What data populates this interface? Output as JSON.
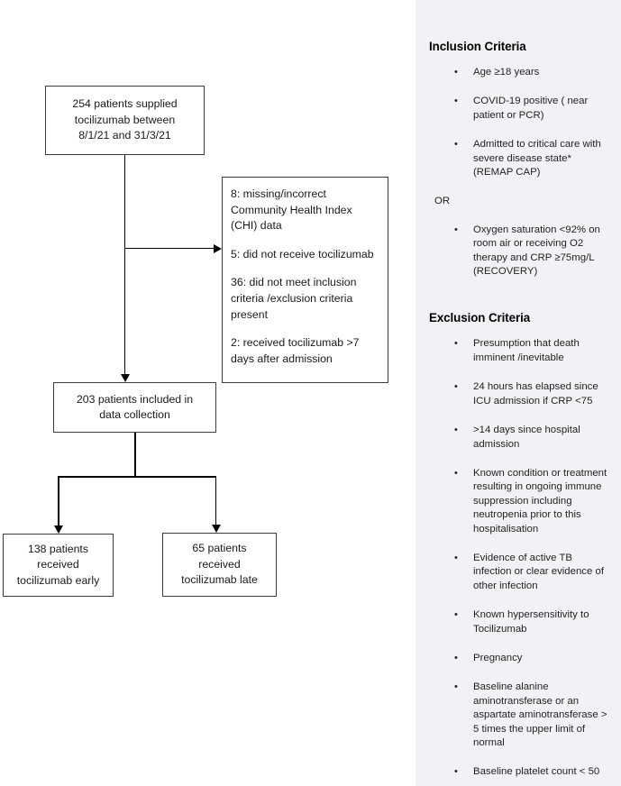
{
  "flowchart": {
    "nodes": {
      "supplied": {
        "lines": [
          "254 patients supplied",
          "tocilizumab between",
          "8/1/21 and 31/3/21"
        ]
      },
      "exclusions": {
        "items": [
          "8: missing/incorrect Community Health Index (CHI) data",
          "5: did not receive tocilizumab",
          "36: did not meet inclusion criteria /exclusion criteria present",
          "2: received tocilizumab >7 days after admission"
        ]
      },
      "included": {
        "lines": [
          "203 patients included in",
          "data collection"
        ]
      },
      "early": {
        "lines": [
          "138 patients",
          "received",
          "tocilizumab early"
        ]
      },
      "late": {
        "lines": [
          "65 patients",
          "received",
          "tocilizumab late"
        ]
      }
    }
  },
  "criteria": {
    "inclusion": {
      "heading": "Inclusion Criteria",
      "items_before_or": [
        "Age ≥18 years",
        "COVID-19 positive ( near patient or PCR)",
        "Admitted to critical care with severe disease state* (REMAP CAP)"
      ],
      "or_label": "OR",
      "items_after_or": [
        "Oxygen saturation <92% on room air or receiving O2 therapy and  CRP ≥75mg/L (RECOVERY)"
      ]
    },
    "exclusion": {
      "heading": "Exclusion Criteria",
      "items": [
        "Presumption that death imminent /inevitable",
        "24 hours has elapsed since ICU admission if CRP <75",
        ">14 days since hospital admission",
        "Known condition or treatment resulting in ongoing immune suppression including neutropenia prior to this hospitalisation",
        "Evidence of active TB infection or clear evidence of other infection",
        "Known hypersensitivity to Tocilizumab",
        "Pregnancy",
        "Baseline alanine aminotransferase or an aspartate aminotransferase > 5 times the upper limit of normal",
        "Baseline platelet count < 50"
      ]
    },
    "bullet_glyph": "•"
  },
  "colors": {
    "panel_background": "#f1f2f5",
    "box_border": "#3c3c3c",
    "connector": "#000000",
    "text": "#231f20"
  }
}
